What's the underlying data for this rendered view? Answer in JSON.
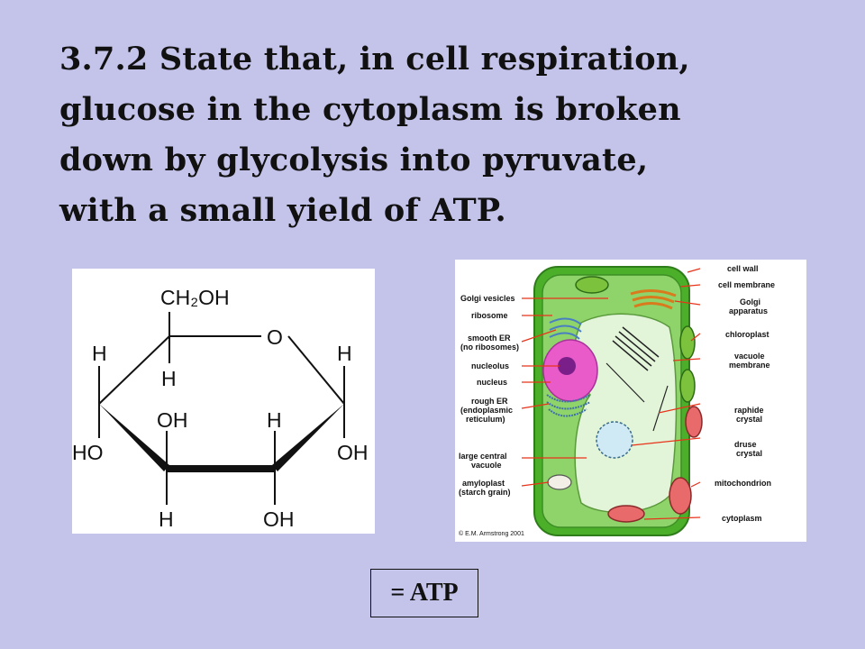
{
  "slide": {
    "title_lines": [
      "3.7.2  State that, in cell respiration,",
      "glucose in the cytoplasm is broken",
      "down by glycolysis into pyruvate,",
      "with a small yield of ATP."
    ],
    "atp_box": "= ATP"
  },
  "glucose": {
    "ch2oh": "CH₂OH",
    "ring_o": "O",
    "h": "H",
    "oh": "OH",
    "ho": "HO"
  },
  "cell_diagram": {
    "labels_left": [
      "Golgi vesicles",
      "ribosome",
      "smooth ER",
      "(no ribosomes)",
      "nucleolus",
      "nucleus",
      "rough ER",
      "(endoplasmic",
      "reticulum)",
      "large central",
      "vacuole",
      "amyloplast",
      "(starch grain)"
    ],
    "labels_right": [
      "cell wall",
      "cell membrane",
      "Golgi",
      "apparatus",
      "chloroplast",
      "vacuole",
      "membrane",
      "raphide",
      "crystal",
      "druse",
      "crystal",
      "mitochondrion",
      "cytoplasm"
    ],
    "copyright": "© E.M. Armstrong 2001"
  },
  "colors": {
    "background": "#c4c3ea",
    "cell_wall": "#4caf2a",
    "cytoplasm": "#8fd46a",
    "vacuole": "#e2f5d9",
    "nucleus": "#e85bc9",
    "arrow": "#e8331b"
  }
}
